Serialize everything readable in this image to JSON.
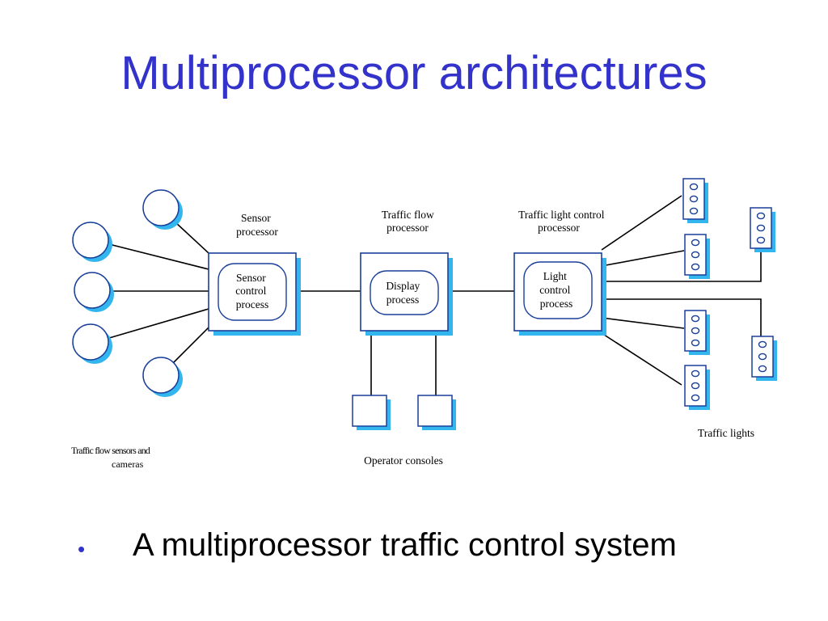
{
  "slide": {
    "title": "Multiprocessor architectures",
    "bullet_text": "A multiprocessor traffic control system"
  },
  "diagram": {
    "sensor_processor_label": [
      "Sensor",
      "processor"
    ],
    "sensor_process_label": [
      "Sensor",
      "control",
      "process"
    ],
    "traffic_flow_processor_label": [
      "Traffic flow",
      "processor"
    ],
    "display_process_label": [
      "Display",
      "process"
    ],
    "light_control_processor_label": [
      "Traffic light control",
      "processor"
    ],
    "light_process_label": [
      "Light",
      "control",
      "process"
    ],
    "sensors_label": [
      "Traffic flow sensors and",
      "cameras"
    ],
    "consoles_label": "Operator consoles",
    "lights_label": "Traffic lights"
  },
  "colors": {
    "title": "#3333cc",
    "node_fill": "#ffffff",
    "node_stroke": "#1a3f9a",
    "shadow": "#33b5ee",
    "line": "#000000"
  }
}
